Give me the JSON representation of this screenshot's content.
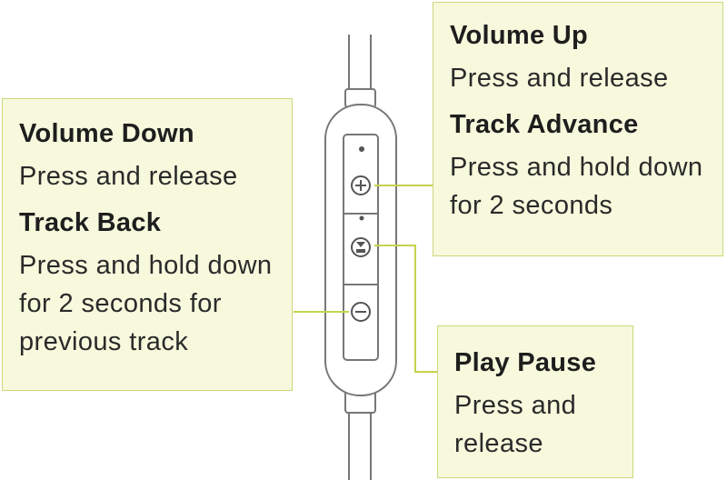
{
  "callouts": {
    "volume_down": {
      "title": "Volume Down",
      "description": "Press and release",
      "alt_title": "Track Back",
      "alt_description": "Press and hold down for 2 seconds for previous track"
    },
    "volume_up": {
      "title": "Volume Up",
      "description": "Press and release",
      "alt_title": "Track Advance",
      "alt_description": "Press and hold down for 2 seconds"
    },
    "play_pause": {
      "title": "Play Pause",
      "description": "Press and release"
    }
  },
  "colors": {
    "callout_fill": "#f7f9dd",
    "callout_border": "#cbd77a",
    "connector": "#c5d34a",
    "remote_outline": "#777777",
    "text": "#1e1e1e"
  },
  "icons": {
    "top_button": "plus-icon",
    "middle_button": "play-pause-icon",
    "bottom_button": "minus-icon"
  }
}
